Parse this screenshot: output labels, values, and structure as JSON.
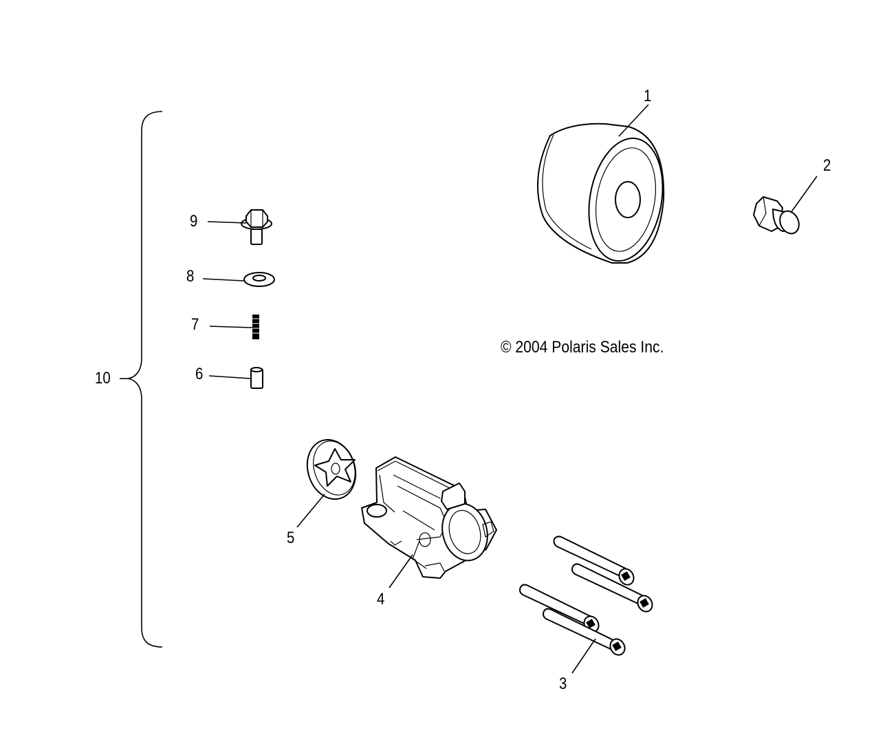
{
  "copyright": "© 2004 Polaris Sales Inc.",
  "callouts": {
    "c1": "1",
    "c2": "2",
    "c3": "3",
    "c4": "4",
    "c5": "5",
    "c6": "6",
    "c7": "7",
    "c8": "8",
    "c9": "9",
    "c10": "10"
  }
}
